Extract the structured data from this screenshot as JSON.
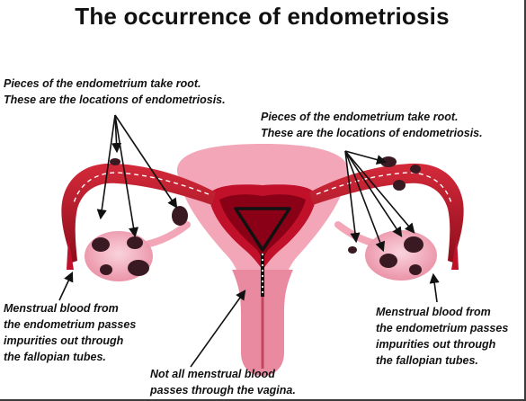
{
  "title": "The occurrence of endometriosis",
  "labels": {
    "top_left": [
      "Pieces of the endometrium take root.",
      "These are the locations of endometriosis."
    ],
    "top_right": [
      "Pieces of the endometrium take root.",
      "These are the locations of endometriosis."
    ],
    "bottom_left": [
      "Menstrual blood from",
      "the endometrium passes",
      "impurities out through",
      "the fallopian tubes."
    ],
    "bottom_right": [
      "Menstrual blood from",
      "the endometrium passes",
      "impurities out through",
      "the fallopian tubes."
    ],
    "bottom_center": [
      "Not all menstrual blood",
      "passes through the vagina."
    ]
  },
  "colors": {
    "uterus_pink": "#f2a7b8",
    "tissue_dark_red": "#b0001c",
    "lesion_dark": "#3a1a22",
    "ovary_pink": "#f4b9c6",
    "arrow": "#111111"
  }
}
